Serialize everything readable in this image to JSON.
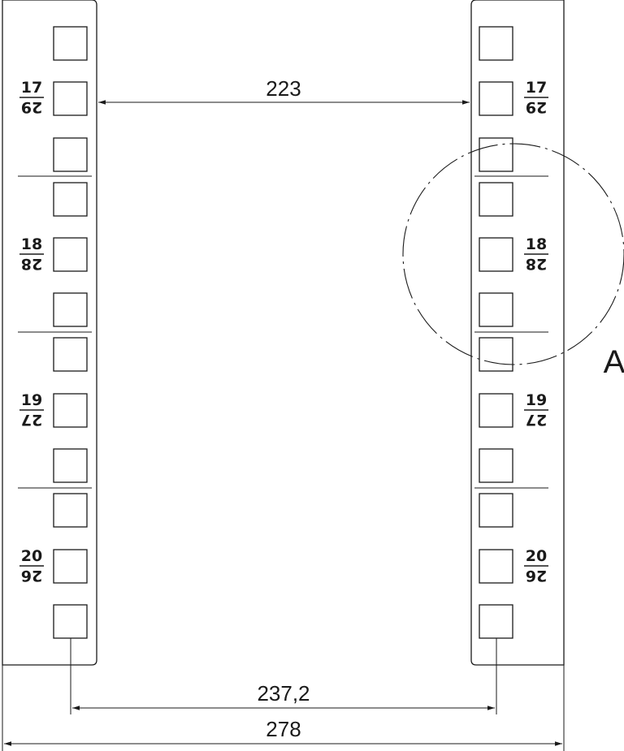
{
  "dimensions": {
    "inner_gap": "223",
    "hole_pitch": "237,2",
    "overall_width": "278"
  },
  "detail_label": "A",
  "unit_labels": [
    {
      "top": "17",
      "bottom": "29"
    },
    {
      "top": "18",
      "bottom": "28"
    },
    {
      "top": "19",
      "bottom": "27"
    },
    {
      "top": "20",
      "bottom": "26"
    }
  ],
  "colors": {
    "line": "#1a1a1a",
    "background": "#ffffff"
  }
}
